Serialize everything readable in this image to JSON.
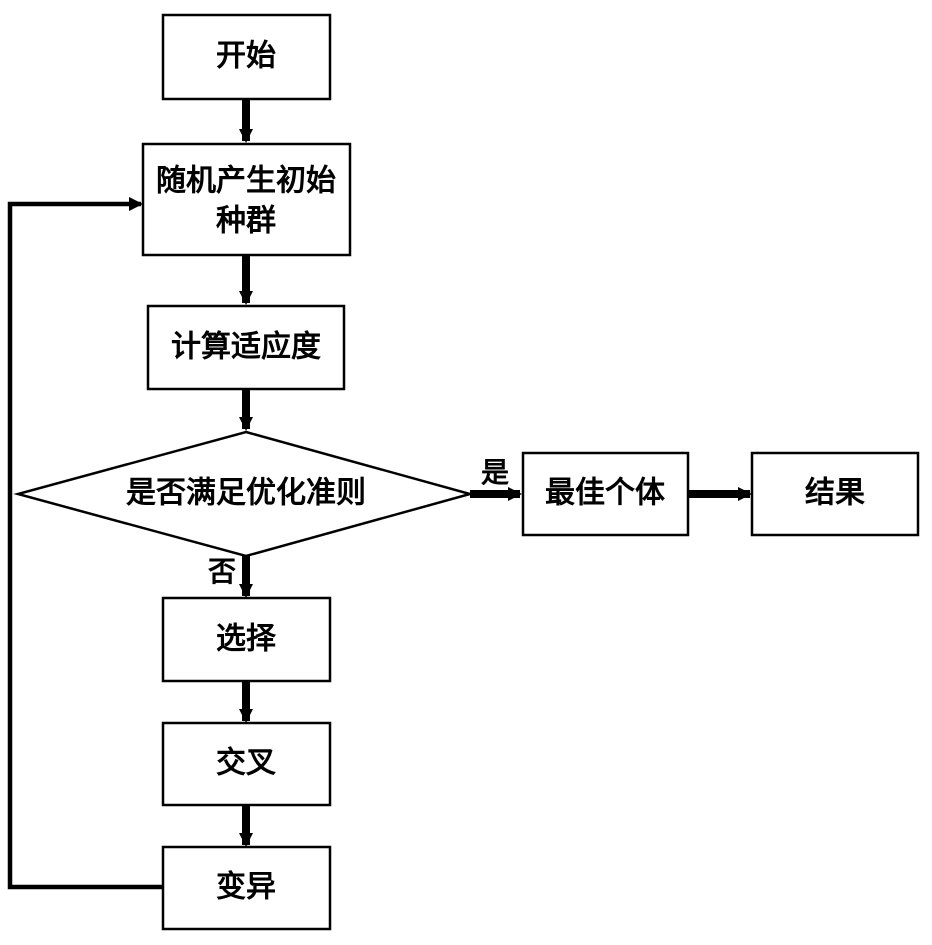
{
  "nodes": {
    "start": "开始",
    "init_line1": "随机产生初始",
    "init_line2": "种群",
    "fitness": "计算适应度",
    "criterion": "是否满足优化准则",
    "best": "最佳个体",
    "result": "结果",
    "select": "选择",
    "crossover": "交叉",
    "mutation": "变异"
  },
  "edges": {
    "yes": "是",
    "no": "否"
  },
  "colors": {
    "stroke": "#000000",
    "fill": "#ffffff"
  }
}
